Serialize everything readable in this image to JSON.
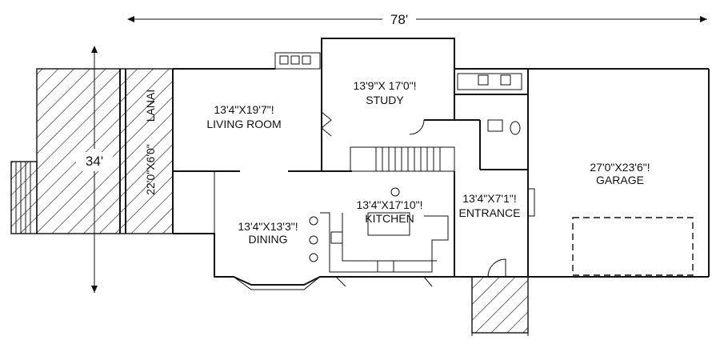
{
  "dimensions": {
    "overall_width": "78'",
    "overall_depth": "34'"
  },
  "rooms": {
    "study": {
      "size": "13'9\"X 17'0\"!",
      "name": "STUDY"
    },
    "living": {
      "size": "13'4\"X19'7\"!",
      "name": "LIVING ROOM"
    },
    "lanai": {
      "size": "22'0\"X6'0\"",
      "name": "LANAI"
    },
    "dining": {
      "size": "13'4\"X13'3\"!",
      "name": "DINING"
    },
    "kitchen": {
      "size": "13'4\"X17'10\"!",
      "name": "KITCHEN"
    },
    "entrance": {
      "size": "13'4\"X7'1\"!",
      "name": "ENTRANCE"
    },
    "garage": {
      "size": "27'0\"X23'6\"!",
      "name": "GARAGE"
    }
  }
}
